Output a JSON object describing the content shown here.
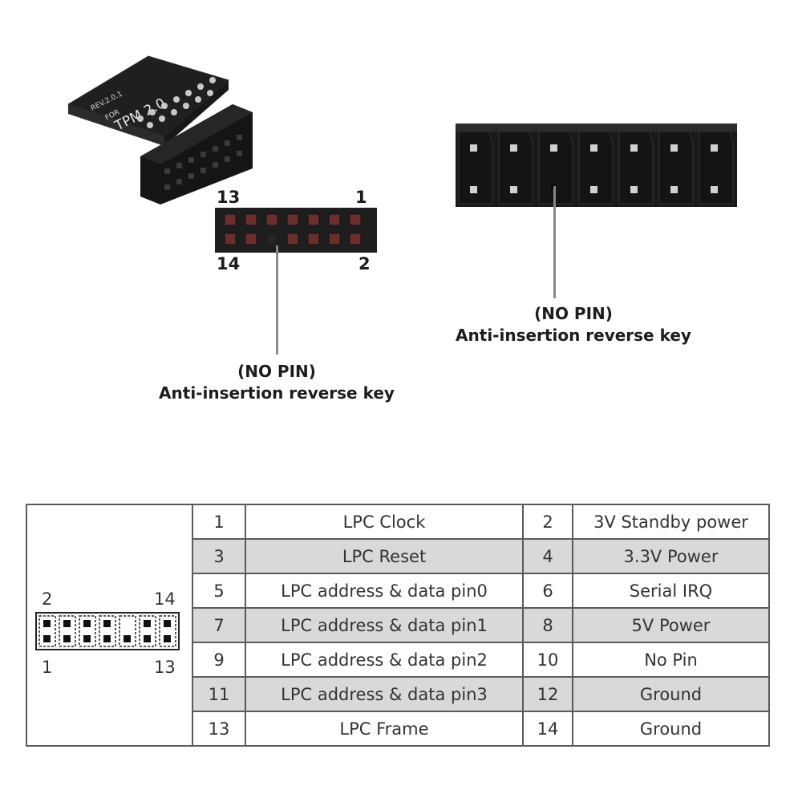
{
  "module_photo": {
    "text_rev": "REV.2.0.1",
    "text_for": "FOR",
    "text_tpm": "TPM 2.0"
  },
  "left_header_labels": {
    "top_left": "13",
    "top_right": "1",
    "bottom_left": "14",
    "bottom_right": "2"
  },
  "left_key_caption": {
    "line1": "(NO PIN)",
    "line2": "Anti-insertion reverse key"
  },
  "right_key_caption": {
    "line1": "(NO PIN)",
    "line2": "Anti-insertion reverse key"
  },
  "diagram_labels": {
    "top_left": "2",
    "top_right": "14",
    "bottom_left": "1",
    "bottom_right": "13"
  },
  "pin_table": {
    "rows": [
      {
        "pin_a": "1",
        "signal_a": "LPC Clock",
        "pin_b": "2",
        "signal_b": "3V Standby power"
      },
      {
        "pin_a": "3",
        "signal_a": "LPC Reset",
        "pin_b": "4",
        "signal_b": "3.3V Power"
      },
      {
        "pin_a": "5",
        "signal_a": "LPC address & data pin0",
        "pin_b": "6",
        "signal_b": "Serial IRQ"
      },
      {
        "pin_a": "7",
        "signal_a": "LPC address & data pin1",
        "pin_b": "8",
        "signal_b": "5V Power"
      },
      {
        "pin_a": "9",
        "signal_a": "LPC address & data pin2",
        "pin_b": "10",
        "signal_b": "No Pin"
      },
      {
        "pin_a": "11",
        "signal_a": "LPC address & data pin3",
        "pin_b": "12",
        "signal_b": "Ground"
      },
      {
        "pin_a": "13",
        "signal_a": "LPC Frame",
        "pin_b": "14",
        "signal_b": "Ground"
      }
    ]
  },
  "colors": {
    "connector_body": "#1e1e1e",
    "row_shade": "#d9d9d9",
    "leader": "#888888",
    "border": "#5a5a5a"
  }
}
